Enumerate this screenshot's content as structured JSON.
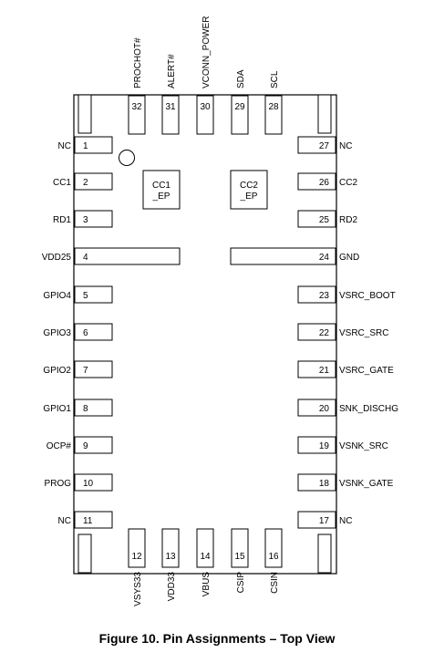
{
  "caption": "Figure 10. Pin Assignments – Top View",
  "left_pins": [
    {
      "num": "1",
      "label": "NC"
    },
    {
      "num": "2",
      "label": "CC1"
    },
    {
      "num": "3",
      "label": "RD1"
    },
    {
      "num": "4",
      "label": "VDD25"
    },
    {
      "num": "5",
      "label": "GPIO4"
    },
    {
      "num": "6",
      "label": "GPIO3"
    },
    {
      "num": "7",
      "label": "GPIO2"
    },
    {
      "num": "8",
      "label": "GPIO1"
    },
    {
      "num": "9",
      "label": "OCP#"
    },
    {
      "num": "10",
      "label": "PROG"
    },
    {
      "num": "11",
      "label": "NC"
    }
  ],
  "right_pins": [
    {
      "num": "27",
      "label": "NC"
    },
    {
      "num": "26",
      "label": "CC2"
    },
    {
      "num": "25",
      "label": "RD2"
    },
    {
      "num": "24",
      "label": "GND"
    },
    {
      "num": "23",
      "label": "VSRC_BOOT"
    },
    {
      "num": "22",
      "label": "VSRC_SRC"
    },
    {
      "num": "21",
      "label": "VSRC_GATE"
    },
    {
      "num": "20",
      "label": "SNK_DISCHG"
    },
    {
      "num": "19",
      "label": "VSNK_SRC"
    },
    {
      "num": "18",
      "label": "VSNK_GATE"
    },
    {
      "num": "17",
      "label": "NC"
    }
  ],
  "top_pins": [
    {
      "num": "32",
      "label": "PROCHOT#"
    },
    {
      "num": "31",
      "label": "ALERT#"
    },
    {
      "num": "30",
      "label": "VCONN_POWER"
    },
    {
      "num": "29",
      "label": "SDA"
    },
    {
      "num": "28",
      "label": "SCL"
    }
  ],
  "bottom_pins": [
    {
      "num": "12",
      "label": "VSYS33"
    },
    {
      "num": "13",
      "label": "VDD33"
    },
    {
      "num": "14",
      "label": "VBUS"
    },
    {
      "num": "15",
      "label": "CSIP"
    },
    {
      "num": "16",
      "label": "CSIN"
    }
  ],
  "exposed_pads": [
    {
      "line1": "CC1",
      "line2": "_EP"
    },
    {
      "line1": "CC2",
      "line2": "_EP"
    }
  ]
}
